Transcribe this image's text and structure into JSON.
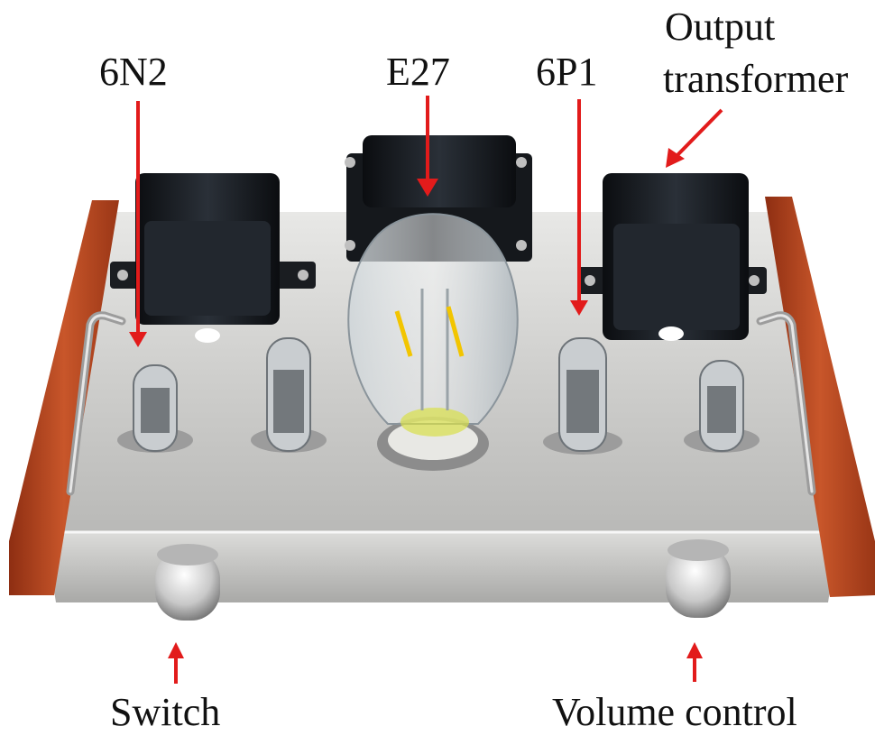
{
  "labels": {
    "tube_6n2": "6N2",
    "bulb_e27": "E27",
    "tube_6p1": "6P1",
    "output_transformer_line1": "Output",
    "output_transformer_line2": "transformer",
    "switch": "Switch",
    "volume_control": "Volume control"
  },
  "colors": {
    "arrow": "#e21b1b",
    "wood": "#b4441f",
    "chassis": "#c9c9c7",
    "transformer": "#111417"
  }
}
